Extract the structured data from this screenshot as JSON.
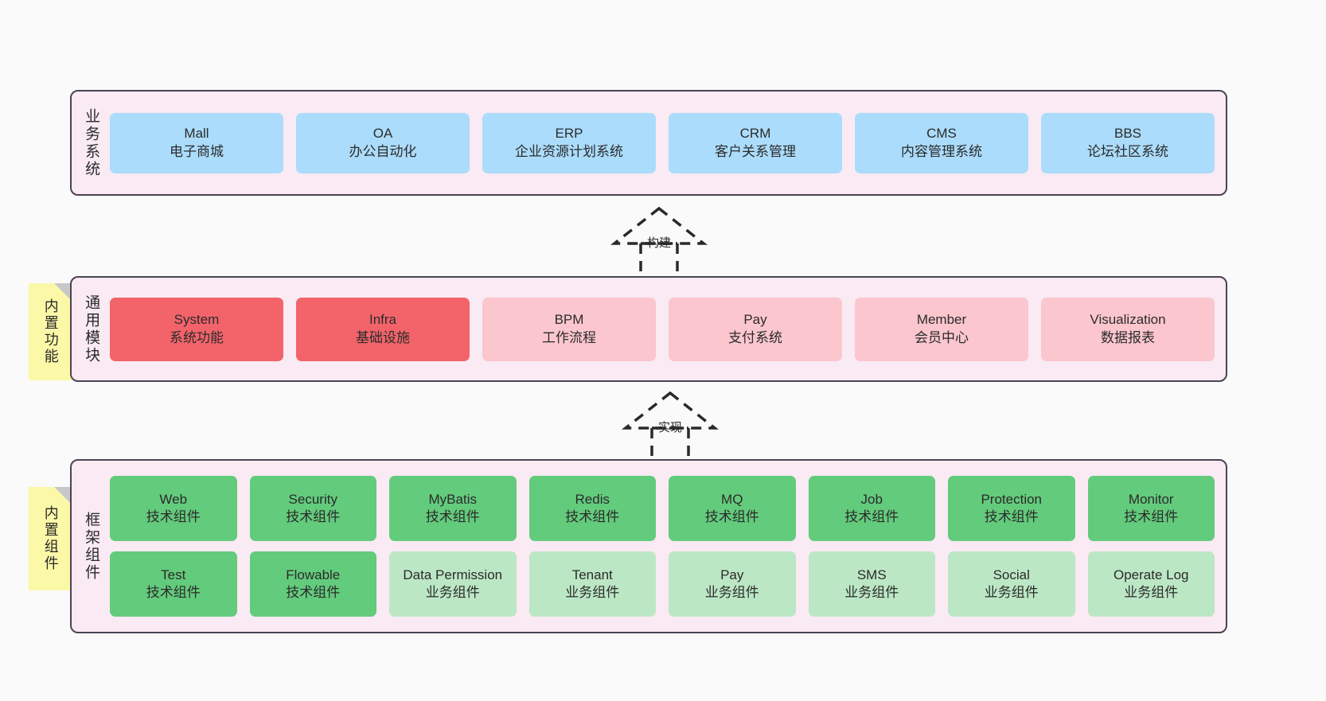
{
  "diagram": {
    "background_color": "#fafafa",
    "panel_color": "#f9eaf3",
    "panel_border_color": "#4a4453",
    "note_color": "#fbf8a8",
    "note_fold_color": "#c8c8c8"
  },
  "layers": [
    {
      "id": "business",
      "title": "业务系统",
      "rows": [
        [
          {
            "en": "Mall",
            "cn": "电子商城",
            "color": "#ABDCFB",
            "style": "c-blue"
          },
          {
            "en": "OA",
            "cn": "办公自动化",
            "color": "#ABDCFB",
            "style": "c-blue"
          },
          {
            "en": "ERP",
            "cn": "企业资源计划系统",
            "color": "#ABDCFB",
            "style": "c-blue"
          },
          {
            "en": "CRM",
            "cn": "客户关系管理",
            "color": "#ABDCFB",
            "style": "c-blue"
          },
          {
            "en": "CMS",
            "cn": "内容管理系统",
            "color": "#ABDCFB",
            "style": "c-blue"
          },
          {
            "en": "BBS",
            "cn": "论坛社区系统",
            "color": "#ABDCFB",
            "style": "c-blue"
          }
        ]
      ]
    },
    {
      "id": "modules",
      "title": "通用模块",
      "note": "内置功能",
      "rows": [
        [
          {
            "en": "System",
            "cn": "系统功能",
            "color": "#F2646A",
            "style": "c-red"
          },
          {
            "en": "Infra",
            "cn": "基础设施",
            "color": "#F2646A",
            "style": "c-red"
          },
          {
            "en": "BPM",
            "cn": "工作流程",
            "color": "#FBC6CE",
            "style": "c-pink"
          },
          {
            "en": "Pay",
            "cn": "支付系统",
            "color": "#FBC6CE",
            "style": "c-pink"
          },
          {
            "en": "Member",
            "cn": "会员中心",
            "color": "#FBC6CE",
            "style": "c-pink"
          },
          {
            "en": "Visualization",
            "cn": "数据报表",
            "color": "#FBC6CE",
            "style": "c-pink"
          }
        ]
      ]
    },
    {
      "id": "framework",
      "title": "框架组件",
      "note": "内置组件",
      "rows": [
        [
          {
            "en": "Web",
            "cn": "技术组件",
            "color": "#63CB7C",
            "style": "c-green"
          },
          {
            "en": "Security",
            "cn": "技术组件",
            "color": "#63CB7C",
            "style": "c-green"
          },
          {
            "en": "MyBatis",
            "cn": "技术组件",
            "color": "#63CB7C",
            "style": "c-green"
          },
          {
            "en": "Redis",
            "cn": "技术组件",
            "color": "#63CB7C",
            "style": "c-green"
          },
          {
            "en": "MQ",
            "cn": "技术组件",
            "color": "#63CB7C",
            "style": "c-green"
          },
          {
            "en": "Job",
            "cn": "技术组件",
            "color": "#63CB7C",
            "style": "c-green"
          },
          {
            "en": "Protection",
            "cn": "技术组件",
            "color": "#63CB7C",
            "style": "c-green"
          },
          {
            "en": "Monitor",
            "cn": "技术组件",
            "color": "#63CB7C",
            "style": "c-green"
          }
        ],
        [
          {
            "en": "Test",
            "cn": "技术组件",
            "color": "#63CB7C",
            "style": "c-green"
          },
          {
            "en": "Flowable",
            "cn": "技术组件",
            "color": "#63CB7C",
            "style": "c-green"
          },
          {
            "en": "Data Permission",
            "cn": "业务组件",
            "color": "#BCE7C5",
            "style": "c-lightgreen wrap"
          },
          {
            "en": "Tenant",
            "cn": "业务组件",
            "color": "#BCE7C5",
            "style": "c-lightgreen"
          },
          {
            "en": "Pay",
            "cn": "业务组件",
            "color": "#BCE7C5",
            "style": "c-lightgreen"
          },
          {
            "en": "SMS",
            "cn": "业务组件",
            "color": "#BCE7C5",
            "style": "c-lightgreen"
          },
          {
            "en": "Social",
            "cn": "业务组件",
            "color": "#BCE7C5",
            "style": "c-lightgreen"
          },
          {
            "en": "Operate Log",
            "cn": "业务组件",
            "color": "#BCE7C5",
            "style": "c-lightgreen"
          }
        ]
      ]
    }
  ],
  "connectors": [
    {
      "id": "build",
      "label": "构建",
      "from": "modules",
      "to": "business"
    },
    {
      "id": "implement",
      "label": "实现",
      "from": "framework",
      "to": "modules"
    }
  ]
}
